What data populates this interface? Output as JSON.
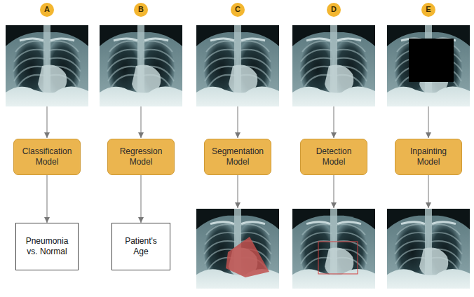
{
  "diagram": {
    "nodes": [
      {
        "text": [
          "A"
        ]
      },
      {
        "text": [
          "Classification Model"
        ]
      },
      {
        "text": [
          "Pneumonia vs. Normal"
        ]
      },
      {
        "text": [
          "B"
        ]
      },
      {
        "text": [
          "Regression Model"
        ]
      },
      {
        "text": [
          "Patient's Age"
        ]
      },
      {
        "text": [
          "C"
        ]
      },
      {
        "text": [
          "Segmentation Model"
        ]
      },
      {
        "text": [
          "D"
        ]
      },
      {
        "text": [
          "Detection Model"
        ]
      },
      {
        "text": [
          "E"
        ]
      },
      {
        "text": [
          "Inpainting Model"
        ]
      }
    ],
    "edges": [
      {
        "from": 1,
        "to": 2,
        "arrow": "to"
      },
      {
        "from": 4,
        "to": 5,
        "arrow": "to"
      }
    ]
  }
}
